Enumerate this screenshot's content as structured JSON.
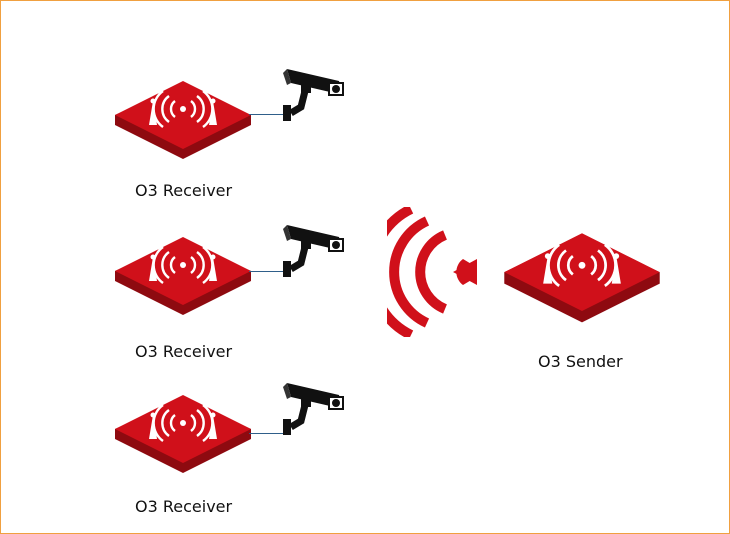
{
  "diagram": {
    "colors": {
      "device_red": "#d0101a",
      "device_dark": "#8e0a10",
      "camera_black": "#111111",
      "link_blue": "#2f5f8a",
      "frame_border": "#f0a040"
    },
    "receivers": [
      {
        "label": "O3 Receiver",
        "icon": "router-icon",
        "camera_icon": "security-camera-icon"
      },
      {
        "label": "O3 Receiver",
        "icon": "router-icon",
        "camera_icon": "security-camera-icon"
      },
      {
        "label": "O3 Receiver",
        "icon": "router-icon",
        "camera_icon": "security-camera-icon"
      }
    ],
    "sender": {
      "label": "O3 Sender",
      "icon": "router-icon"
    },
    "signal_icon": "wifi-signal-icon"
  }
}
